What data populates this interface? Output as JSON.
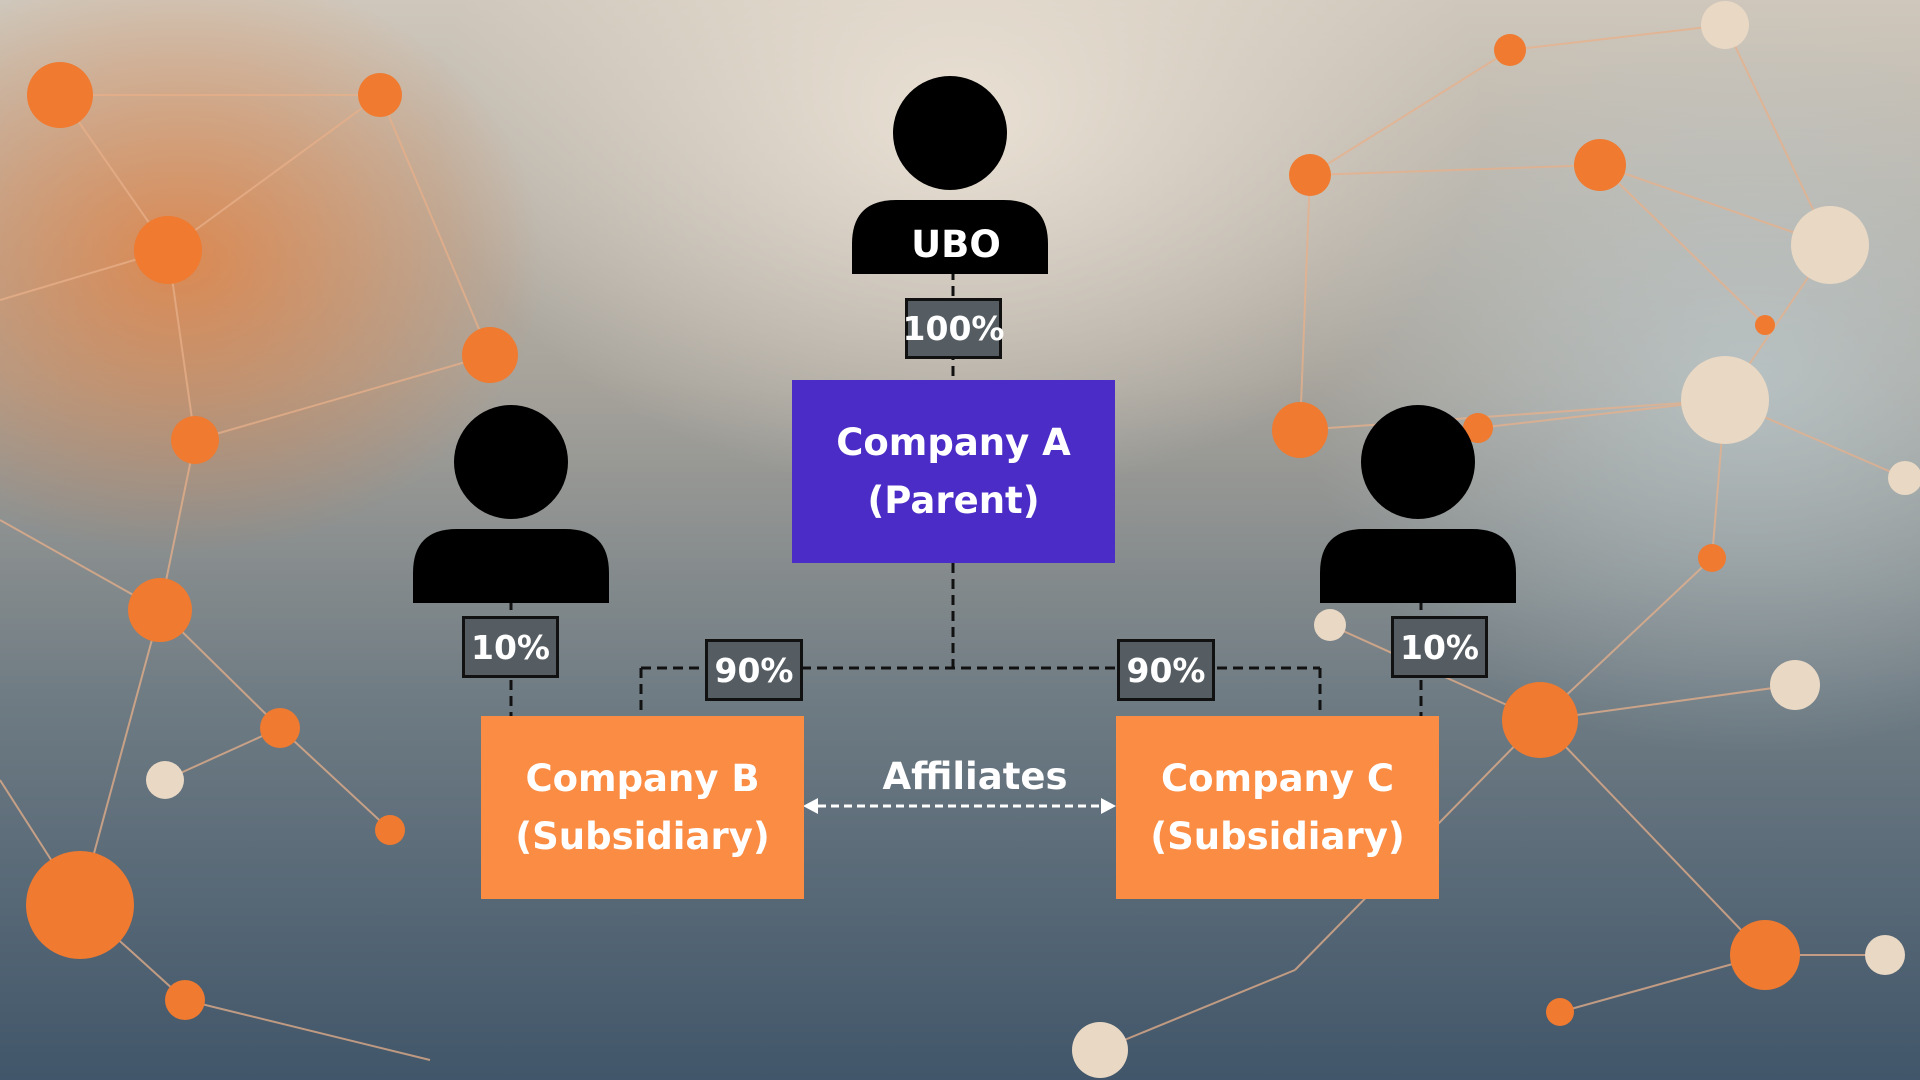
{
  "diagram": {
    "ubo_label": "UBO",
    "parent": {
      "line1": "Company A",
      "line2": "(Parent)"
    },
    "subsidiary_b": {
      "line1": "Company B",
      "line2": "(Subsidiary)"
    },
    "subsidiary_c": {
      "line1": "Company C",
      "line2": "(Subsidiary)"
    },
    "affiliates_label": "Affiliates",
    "ownership": {
      "ubo_to_parent": "100%",
      "owner_to_b": "10%",
      "parent_to_b": "90%",
      "parent_to_c": "90%",
      "owner_to_c": "10%"
    }
  },
  "colors": {
    "parent_box": "#4b2cc6",
    "subsidiary_box": "#fa8c44",
    "person_silhouette": "#000000",
    "percent_badge": "#555d63",
    "network_node": "#ef7a30"
  }
}
